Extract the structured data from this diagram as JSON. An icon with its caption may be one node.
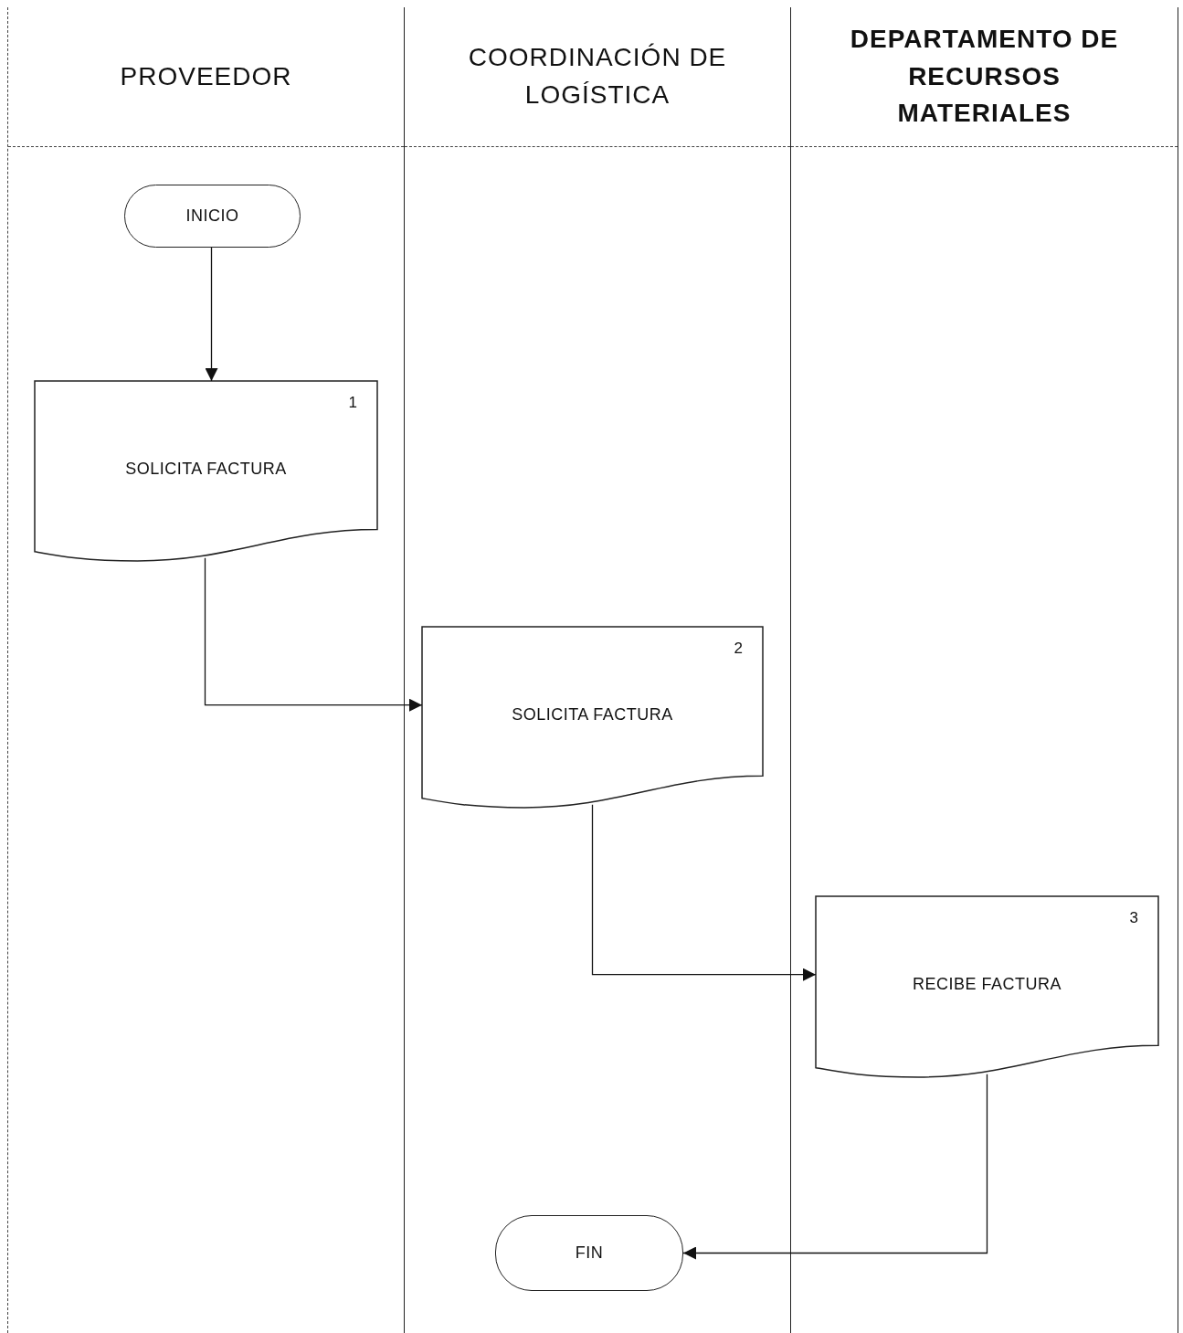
{
  "diagram": {
    "nodes": [
      {
        "text": [
          "PROVEEDOR"
        ]
      },
      {
        "text": [
          "COORDINACIÓN DE LOGÍSTICA"
        ]
      },
      {
        "text": [
          "DEPARTAMENTO DE RECURSOS MATERIALES"
        ]
      },
      {
        "text": [
          "INICIO"
        ],
        "in": 0
      },
      {
        "text": [
          "1",
          "SOLICITA FACTURA"
        ],
        "in": 0
      },
      {
        "text": [
          "2",
          "SOLICITA FACTURA"
        ],
        "in": 1
      },
      {
        "text": [
          "3",
          "RECIBE FACTURA"
        ],
        "in": 2
      },
      {
        "text": [
          "FIN"
        ],
        "in": 1
      }
    ],
    "edges": [
      {
        "from": 3,
        "to": 4,
        "arrow": "to"
      },
      {
        "from": 4,
        "to": 5,
        "arrow": "to"
      },
      {
        "from": 5,
        "to": 6,
        "arrow": "to"
      },
      {
        "from": 6,
        "to": 7,
        "arrow": "to"
      }
    ]
  }
}
